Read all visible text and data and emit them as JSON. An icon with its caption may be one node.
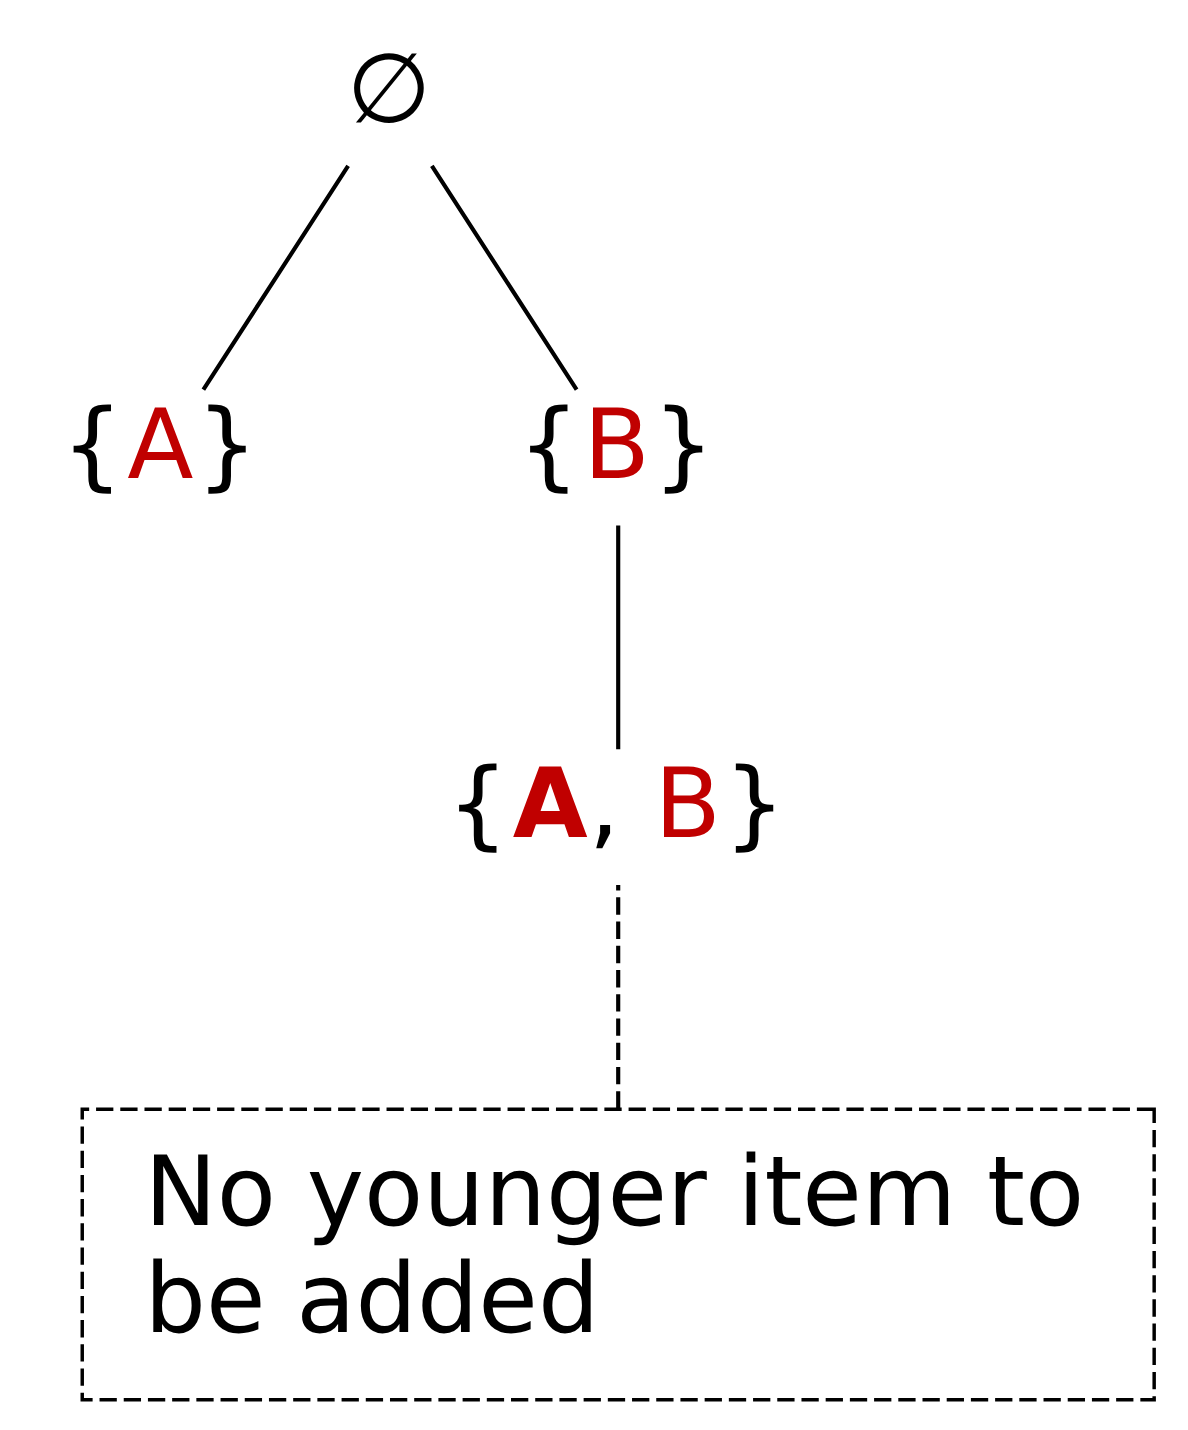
{
  "diagram": {
    "nodes": [
      {
        "text": [
          "∅"
        ]
      },
      {
        "text": [
          "{A}"
        ]
      },
      {
        "text": [
          "{B}"
        ]
      },
      {
        "text": [
          "{**A**, B}"
        ]
      },
      {
        "text": [
          "No younger item to be added"
        ]
      }
    ],
    "edges": [
      {
        "from": 0,
        "to": 1,
        "arrow": "none"
      },
      {
        "from": 0,
        "to": 2,
        "arrow": "none"
      },
      {
        "from": 2,
        "to": 3,
        "arrow": "none"
      },
      {
        "from": 4,
        "to": 3,
        "arrow": "none",
        "style": "dashed"
      }
    ]
  }
}
